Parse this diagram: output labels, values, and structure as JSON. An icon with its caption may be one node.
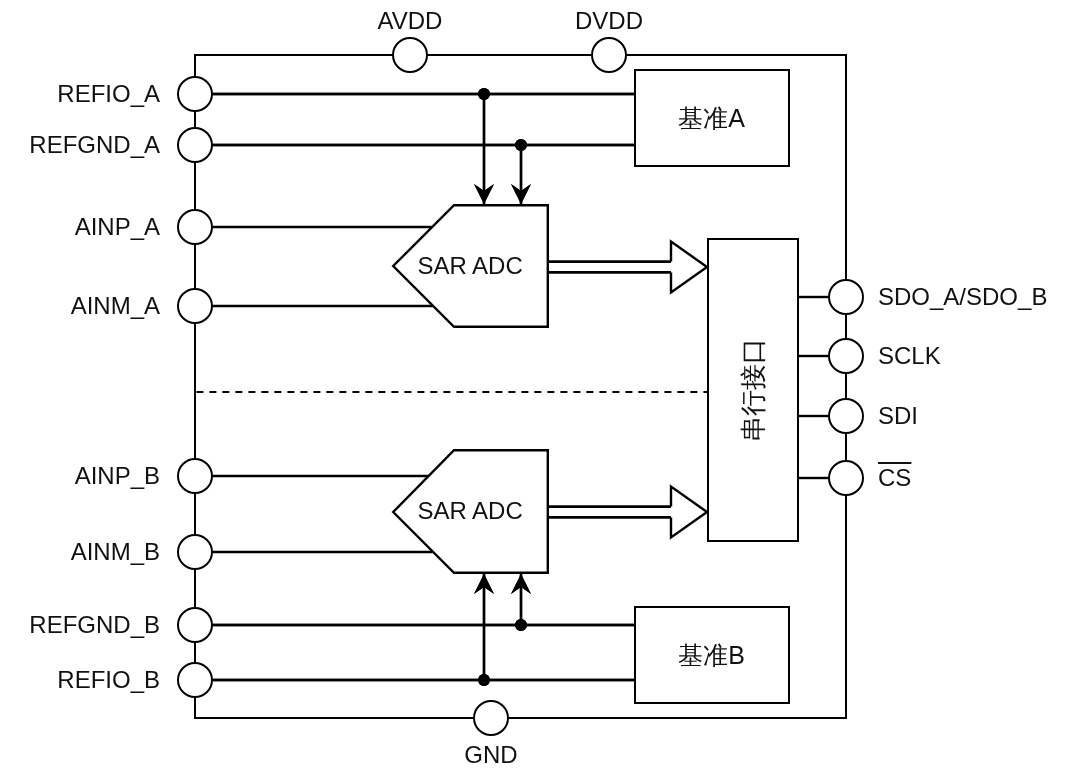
{
  "diagram": {
    "nodes": [
      {
        "text": [],
        "shape": "box"
      },
      {
        "text": [],
        "shape": "circle",
        "beside": [
          "AVDD"
        ]
      },
      {
        "text": [],
        "shape": "circle",
        "beside": [
          "DVDD"
        ]
      },
      {
        "text": [],
        "shape": "circle",
        "beside": [
          "REFIO_A"
        ]
      },
      {
        "text": [
          "基准A"
        ],
        "in": 0
      },
      {
        "text": [],
        "shape": "circle",
        "beside": [
          "REFGND_A"
        ]
      },
      {
        "text": [],
        "shape": "circle",
        "beside": [
          "AINP_A"
        ]
      },
      {
        "text": [
          "SAR ADC"
        ],
        "in": 0
      },
      {
        "text": [],
        "shape": "circle",
        "beside": [
          "AINM_A"
        ]
      },
      {
        "text": [
          "串行接口"
        ],
        "in": 0
      },
      {
        "text": [],
        "shape": "circle",
        "beside": [
          "SDO_A/SDO_B"
        ]
      },
      {
        "text": [],
        "shape": "circle",
        "beside": [
          "SCLK"
        ]
      },
      {
        "text": [],
        "shape": "circle",
        "beside": [
          "SDI"
        ]
      },
      {
        "text": [],
        "shape": "circle",
        "beside": [
          "CS"
        ]
      },
      {
        "text": [],
        "shape": "circle",
        "beside": [
          "AINP_B"
        ]
      },
      {
        "text": [
          "SAR ADC"
        ],
        "in": 0
      },
      {
        "text": [],
        "shape": "circle",
        "beside": [
          "AINM_B"
        ]
      },
      {
        "text": [],
        "shape": "circle",
        "beside": [
          "REFGND_B"
        ]
      },
      {
        "text": [
          "基准B"
        ],
        "in": 0
      },
      {
        "text": [],
        "shape": "circle",
        "beside": [
          "REFIO_B"
        ]
      },
      {
        "text": [],
        "shape": "circle",
        "beside": [
          "GND"
        ]
      }
    ],
    "edges": [
      {
        "from": 3,
        "to": 4,
        "arrow": "none"
      },
      {
        "from": 3,
        "to": 7,
        "arrow": "to"
      },
      {
        "from": 4,
        "to": 7,
        "arrow": "to"
      },
      {
        "from": 5,
        "to": 4,
        "arrow": "none"
      },
      {
        "from": 5,
        "to": 7,
        "arrow": "to"
      },
      {
        "from": 4,
        "to": 7,
        "arrow": "to"
      },
      {
        "from": 6,
        "to": 7,
        "arrow": "none"
      },
      {
        "from": 8,
        "to": 7,
        "arrow": "none"
      },
      {
        "from": 7,
        "to": 9,
        "arrow": "to",
        "style": "thick"
      },
      {
        "from": 9,
        "to": 10,
        "arrow": "none"
      },
      {
        "from": 9,
        "to": 11,
        "arrow": "none"
      },
      {
        "from": 9,
        "to": 12,
        "arrow": "none"
      },
      {
        "from": 9,
        "to": 13,
        "arrow": "none"
      },
      {
        "from": 14,
        "to": 15,
        "arrow": "none"
      },
      {
        "from": 16,
        "to": 15,
        "arrow": "none"
      },
      {
        "from": 15,
        "to": 9,
        "arrow": "to",
        "style": "thick"
      },
      {
        "from": 17,
        "to": 18,
        "arrow": "none"
      },
      {
        "from": 17,
        "to": 15,
        "arrow": "to"
      },
      {
        "from": 18,
        "to": 15,
        "arrow": "to"
      },
      {
        "from": 19,
        "to": 18,
        "arrow": "none"
      },
      {
        "from": 19,
        "to": 15,
        "arrow": "to"
      },
      {
        "from": 18,
        "to": 15,
        "arrow": "to"
      }
    ]
  }
}
